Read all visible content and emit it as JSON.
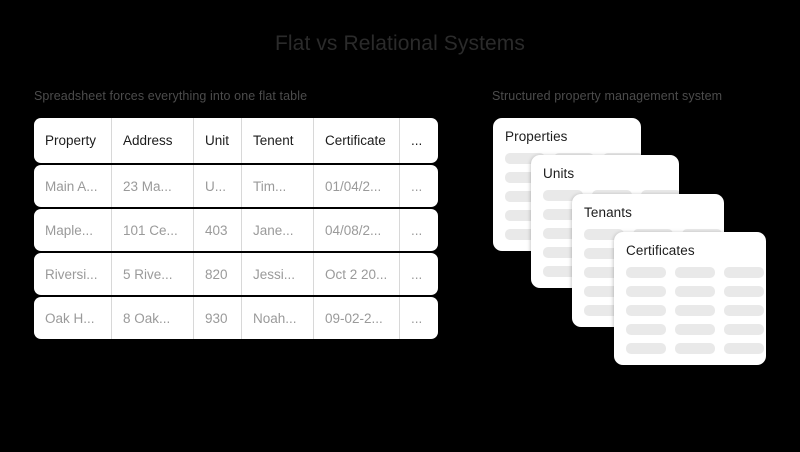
{
  "page": {
    "title": "Flat vs Relational Systems",
    "background_color": "#000000",
    "title_color": "#2b2b2b"
  },
  "left_panel": {
    "caption": "Spreadsheet forces everything into one flat table",
    "table": {
      "columns": [
        "Property",
        "Address",
        "Unit",
        "Tenent",
        "Certificate",
        "..."
      ],
      "rows": [
        [
          "Main A...",
          "23 Ma...",
          "U...",
          "Tim...",
          "01/04/2...",
          "..."
        ],
        [
          "Maple...",
          "101 Ce...",
          "403",
          "Jane...",
          "04/08/2...",
          "..."
        ],
        [
          "Riversi...",
          "5 Rive...",
          "820",
          "Jessi...",
          "Oct 2 20...",
          "..."
        ],
        [
          "Oak H...",
          "8 Oak...",
          "930",
          "Noah...",
          "09-02-2...",
          "..."
        ]
      ]
    }
  },
  "right_panel": {
    "caption": "Structured property management system",
    "cards": [
      {
        "title": "Properties",
        "pill_rows": 5
      },
      {
        "title": "Units",
        "pill_rows": 5
      },
      {
        "title": "Tenants",
        "pill_rows": 5
      },
      {
        "title": "Certificates",
        "pill_rows": 5
      }
    ]
  },
  "colors": {
    "card_background": "#ffffff",
    "pill": "#e9e9e9",
    "header_text": "#1c1c1c",
    "cell_text": "#9a9a9a",
    "caption_text": "#4c4c4c"
  }
}
